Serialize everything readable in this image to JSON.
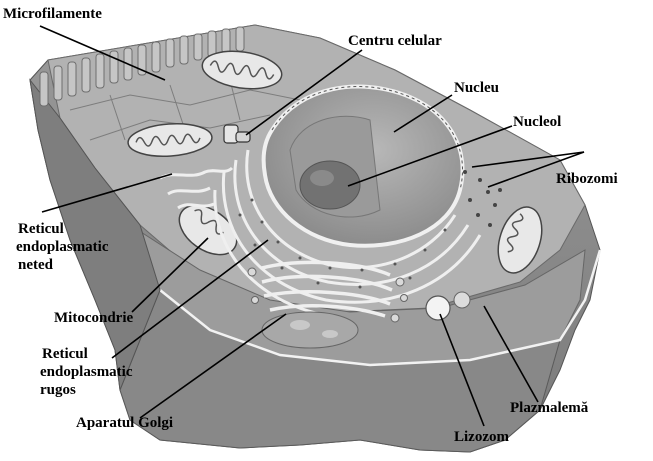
{
  "labels": {
    "microfilamente": "Microfilamente",
    "centru_celular": "Centru celular",
    "nucleu": "Nucleu",
    "nucleol": "Nucleol",
    "ribozomi": "Ribozomi",
    "reticul_neted_l1": "Reticul",
    "reticul_neted_l2": "endoplasmatic",
    "reticul_neted_l3": "neted",
    "mitocondrie": "Mitocondrie",
    "reticul_rugos_l1": "Reticul",
    "reticul_rugos_l2": "endoplasmatic",
    "reticul_rugos_l3": "rugos",
    "aparatul_golgi": "Aparatul Golgi",
    "plazmalema": "Plazmalemă",
    "lizozom": "Lizozom"
  },
  "colors": {
    "cell_body": "#8f8f8f",
    "cell_top": "#b4b4b4",
    "nucleus": "#a9a9a9",
    "nucleolus": "#6f6f6f",
    "membrane": "#f2f2f2",
    "leader_line": "#000000"
  }
}
